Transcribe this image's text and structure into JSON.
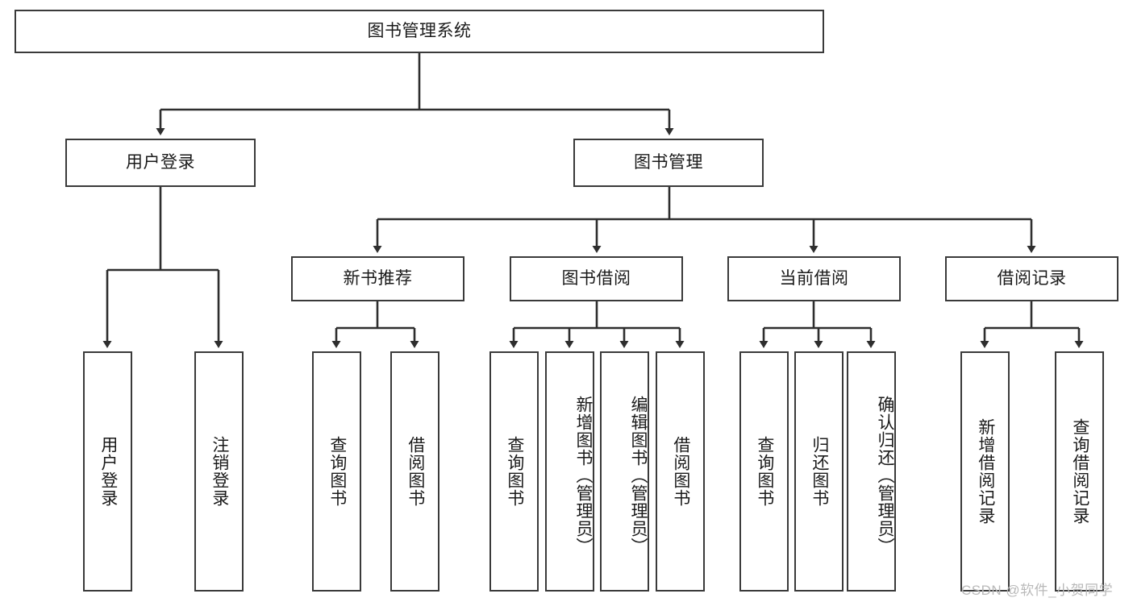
{
  "diagram": {
    "title": "图书管理系统",
    "type": "tree-hierarchy-chart",
    "watermark": "CSDN @软件_小贺同学",
    "colors": {
      "box_border": "#3a3a3a",
      "box_fill": "#ffffff",
      "edge": "#2e2e2e",
      "text": "#1a1a1a",
      "watermark": "#b9b9b9",
      "background": "#ffffff"
    }
  },
  "nodes": {
    "root": {
      "label": "图书管理系统"
    },
    "level2": [
      {
        "id": "user-login",
        "label": "用户登录"
      },
      {
        "id": "book-management",
        "label": "图书管理"
      }
    ],
    "level3": [
      {
        "id": "new-book-recommend",
        "label": "新书推荐"
      },
      {
        "id": "book-borrow",
        "label": "图书借阅"
      },
      {
        "id": "current-borrow",
        "label": "当前借阅"
      },
      {
        "id": "borrow-record",
        "label": "借阅记录"
      }
    ],
    "leaves": {
      "user_login": [
        {
          "id": "leaf-user-login",
          "label": "用户登录"
        },
        {
          "id": "leaf-logout-login",
          "label": "注销登录"
        }
      ],
      "new_book_recommend": [
        {
          "id": "leaf-query-book-1",
          "label": "查询图书"
        },
        {
          "id": "leaf-borrow-book-1",
          "label": "借阅图书"
        }
      ],
      "book_borrow": [
        {
          "id": "leaf-query-book-2",
          "label": "查询图书"
        },
        {
          "id": "leaf-add-book",
          "label": "新增图书（管理员）"
        },
        {
          "id": "leaf-edit-book",
          "label": "编辑图书（管理员）"
        },
        {
          "id": "leaf-borrow-book-2",
          "label": "借阅图书"
        }
      ],
      "current_borrow": [
        {
          "id": "leaf-query-book-3",
          "label": "查询图书"
        },
        {
          "id": "leaf-return-book",
          "label": "归还图书"
        },
        {
          "id": "leaf-confirm-return",
          "label": "确认归还（管理员）"
        }
      ],
      "borrow_record": [
        {
          "id": "leaf-add-record",
          "label": "新增借阅记录"
        },
        {
          "id": "leaf-query-record",
          "label": "查询借阅记录"
        }
      ]
    }
  }
}
